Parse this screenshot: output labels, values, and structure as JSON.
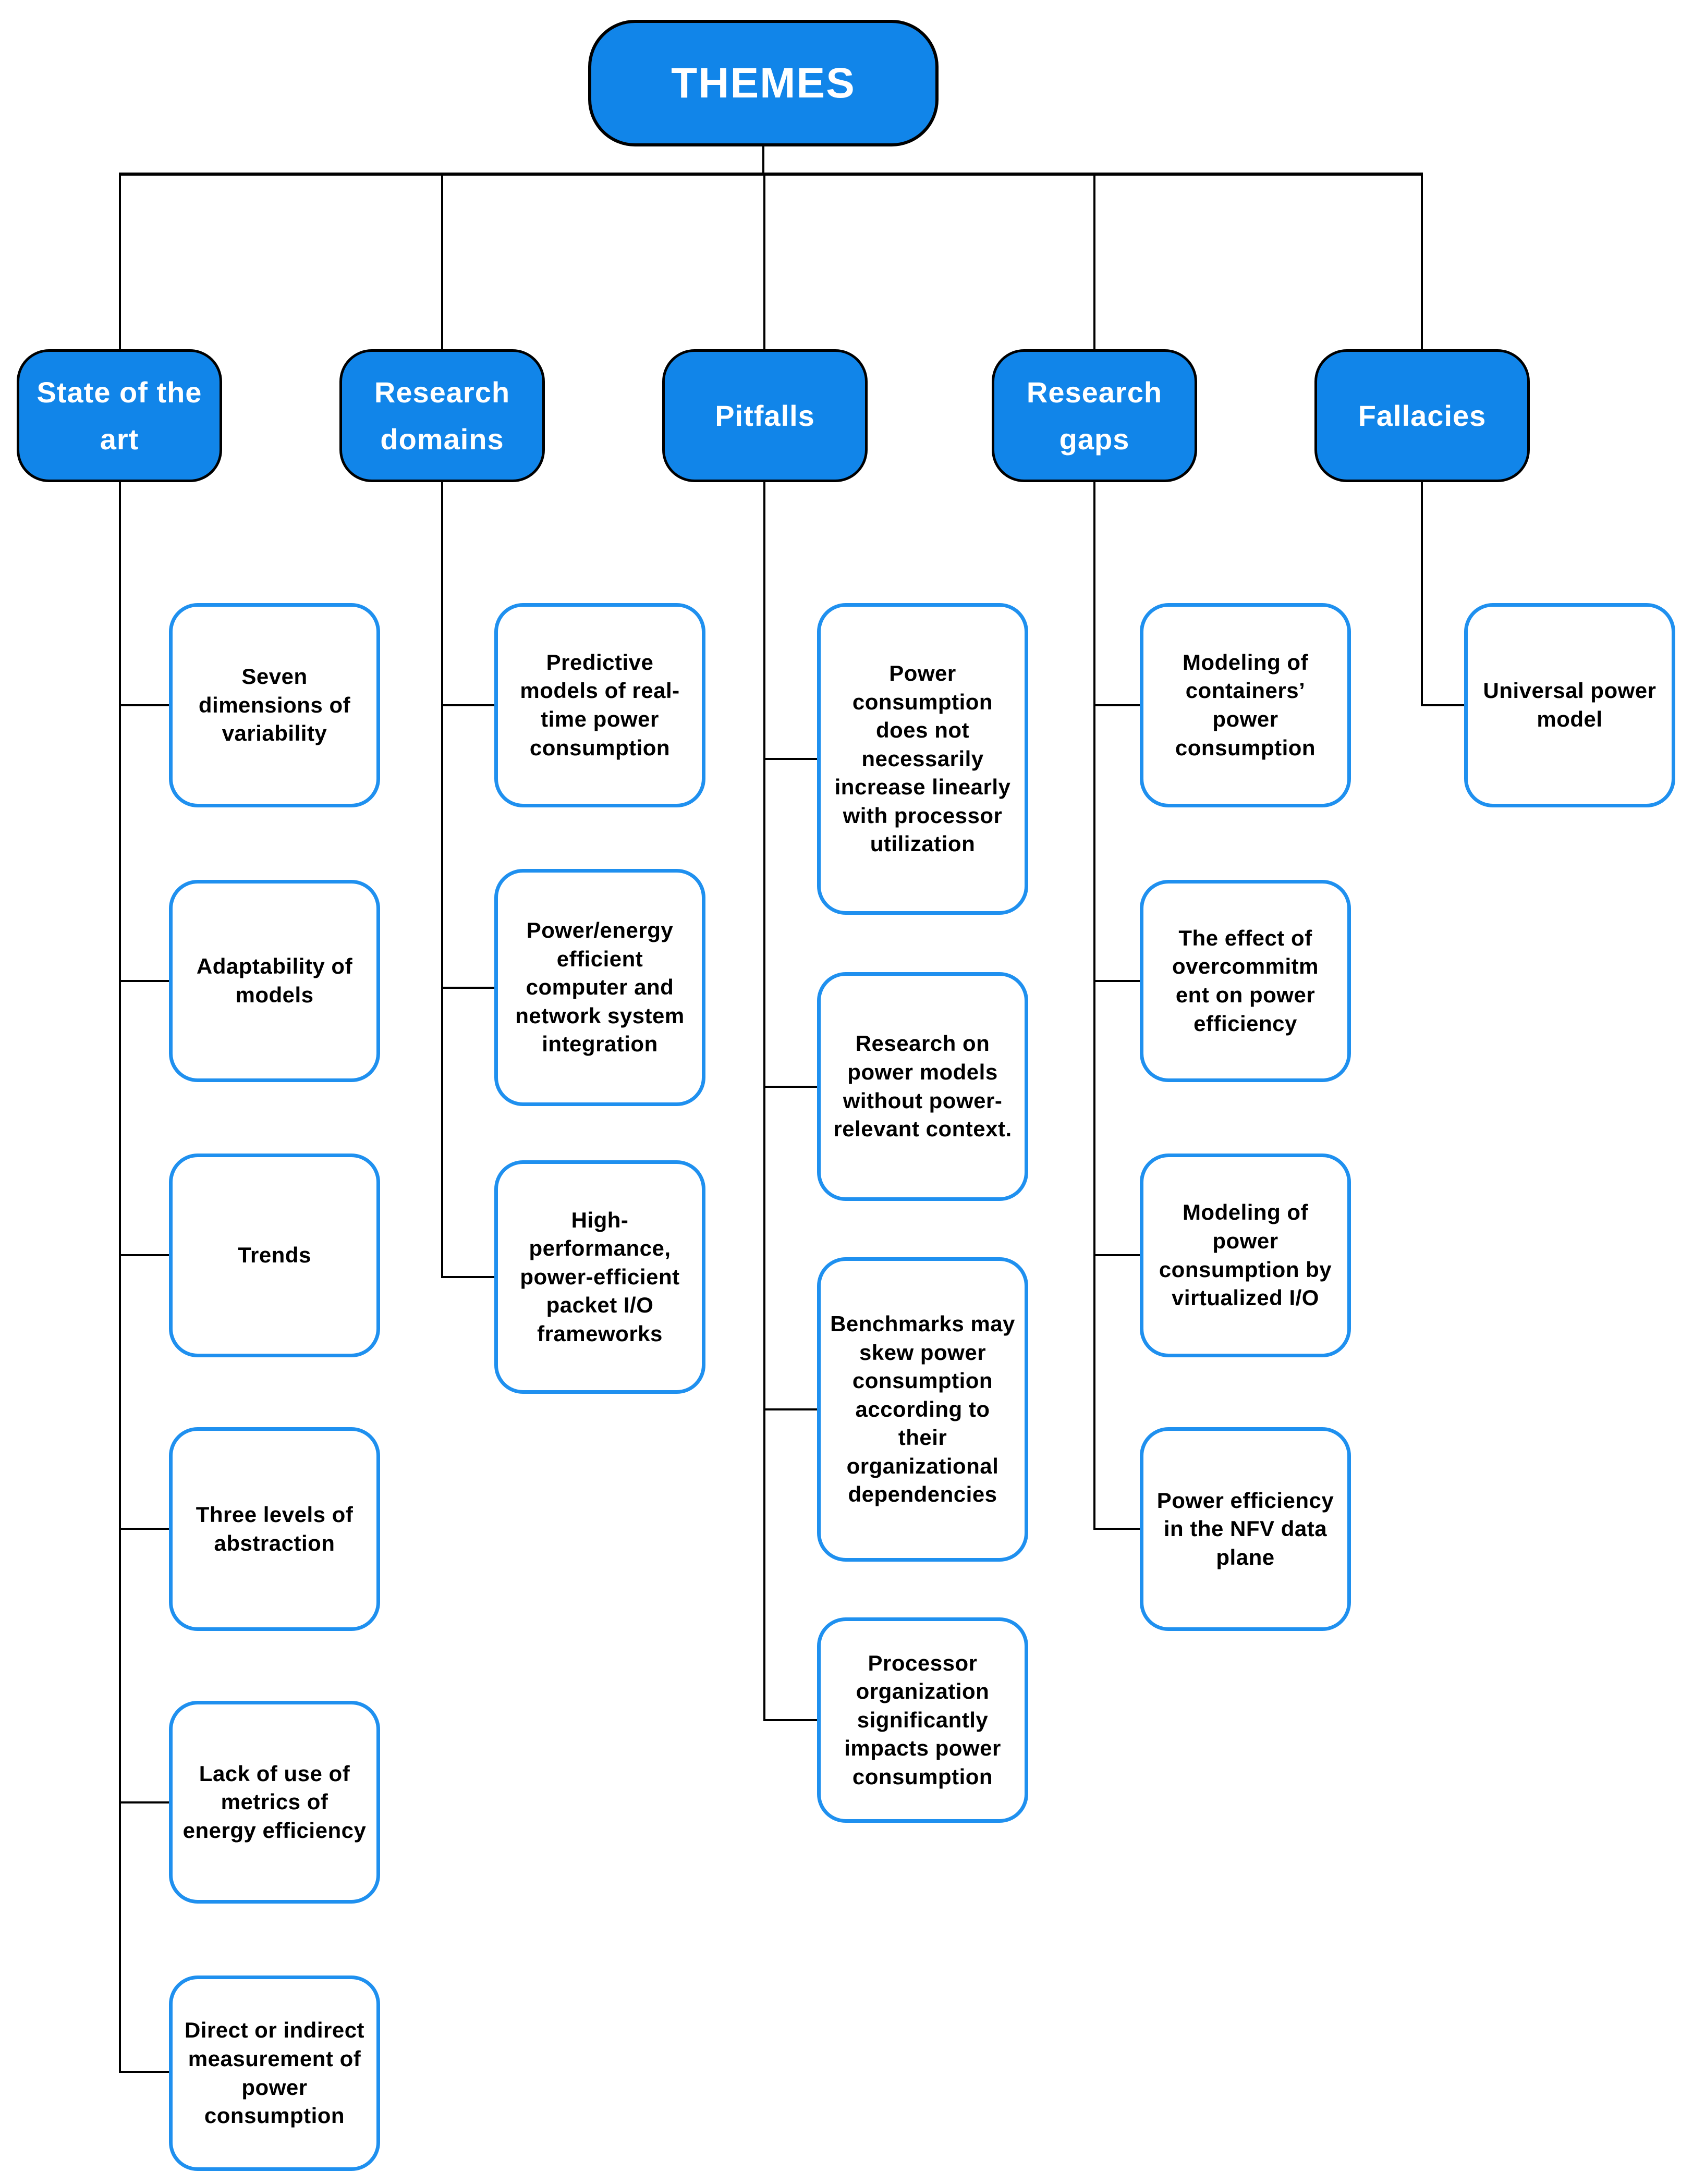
{
  "diagram": {
    "root": {
      "label": "THEMES"
    },
    "branches": [
      {
        "label": "State of the art",
        "children": [
          "Seven dimensions of variability",
          "Adaptability of models",
          "Trends",
          "Three levels of abstraction",
          "Lack of use of metrics of energy efficiency",
          "Direct or indirect measurement of power consumption"
        ]
      },
      {
        "label": "Research domains",
        "children": [
          "Predictive models of real-time power consumption",
          "Power/energy efficient computer and network system integration",
          "High-performance, power-efficient packet I/O frameworks"
        ]
      },
      {
        "label": "Pitfalls",
        "children": [
          "Power consumption does not necessarily increase linearly with processor utilization",
          "Research on power models without power-relevant context.",
          "Benchmarks may skew power consumption according to their organizational dependencies",
          "Processor organization significantly impacts power consumption"
        ]
      },
      {
        "label": "Research gaps",
        "children": [
          "Modeling of containers’ power consumption",
          "The effect of overcommitm ent on power efficiency",
          "Modeling of power consumption by virtualized I/O",
          "Power efficiency in the NFV data plane"
        ]
      },
      {
        "label": "Fallacies",
        "children": [
          "Universal power model"
        ]
      }
    ],
    "colors": {
      "node_fill": "#1185e9",
      "child_border": "#1f90ef",
      "line": "#000000",
      "header_text": "#ffffff",
      "child_text": "#000000"
    }
  }
}
